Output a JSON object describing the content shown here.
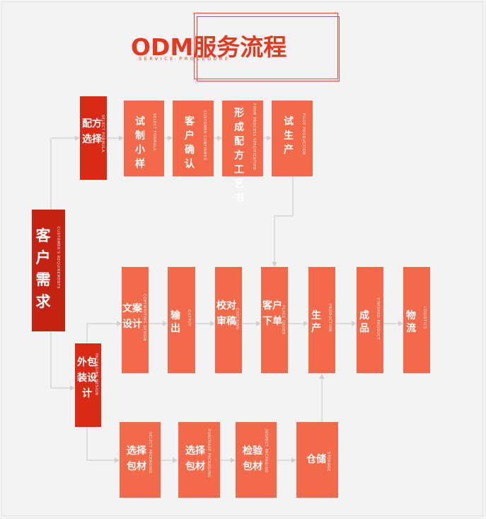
{
  "header": {
    "title": "ODM服务流程",
    "subtitle": "SERVICE PROCEDURE"
  },
  "colors": {
    "accent": "#e3391f",
    "box_light": "#f36a4a",
    "box_dark": "#d92a16",
    "line": "#cfcfcf"
  },
  "nodes": {
    "customer": {
      "cn": "客户\n需求",
      "en": "CUSTOMER'S REQUIREMENTS"
    },
    "formula": {
      "cn": "配方\n选择",
      "en": "SELECT FORMULA"
    },
    "packaging": {
      "cn": "外包\n装设\n计",
      "en": "PACKAGING DESIGN"
    },
    "trial_sample": {
      "cn": "试制\n小样",
      "en": "SELECT FORMULA"
    },
    "customer_confirm": {
      "cn": "客户\n确认",
      "en": "CUSTOMER CONFIRMED"
    },
    "process_spec": {
      "cn": "形成\n配方\n工艺\n书",
      "en": "FORM PROCESS SPECIFICATION"
    },
    "trial_production": {
      "cn": "试生\n产",
      "en": "PILOT PRODUCTION"
    },
    "copywriting": {
      "cn": "文案\n设计",
      "en": "COPYWRITING DESIGN"
    },
    "output": {
      "cn": "输出",
      "en": "OUTPUT"
    },
    "checking": {
      "cn": "校对\n审稿",
      "en": "CHECKING"
    },
    "place_order": {
      "cn": "客户\n下单",
      "en": "PLACE ORDER"
    },
    "production": {
      "cn": "生产",
      "en": "PRODUCTION"
    },
    "finished": {
      "cn": "成品",
      "en": "FINISHED PRODUCT"
    },
    "logistics": {
      "cn": "物流",
      "en": "LOGISTICS"
    },
    "select_packaging": {
      "cn": "选择\n包材",
      "en": "SELECT PACKAGING"
    },
    "purchase_packaging": {
      "cn": "选择\n包材",
      "en": "PURCHASE PACKAGING"
    },
    "inspect_packaging": {
      "cn": "检验\n包材",
      "en": "INSPECT PACKAGING"
    },
    "storage": {
      "cn": "仓储",
      "en": "STORAGE"
    }
  }
}
